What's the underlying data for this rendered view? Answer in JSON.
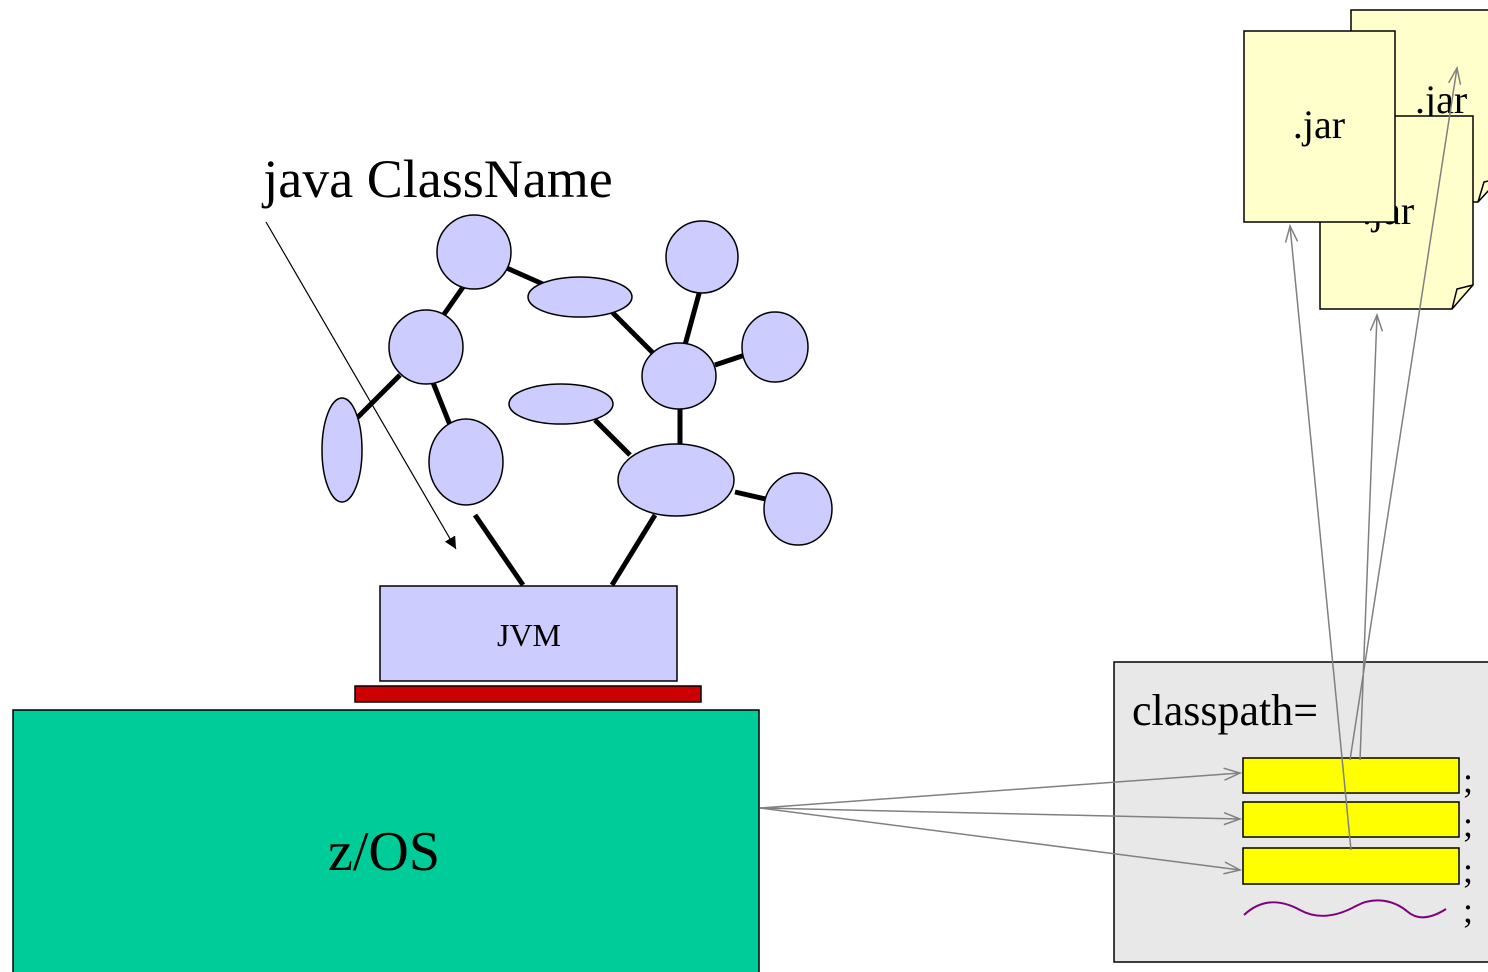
{
  "command_label": "java ClassName",
  "jvm_label": "JVM",
  "os_label": "z/OS",
  "classpath_label": "classpath=",
  "jar_labels": [
    ".jar",
    ".jar",
    ".jar"
  ],
  "separators": [
    ";",
    ";",
    ";",
    ";"
  ],
  "colors": {
    "class_node_fill": "#ccccff",
    "jvm_fill": "#ccccff",
    "jvm_base": "#cc0000",
    "os_fill": "#00cc99",
    "classpath_panel": "#e8e8e8",
    "classpath_entry": "#ffff00",
    "jar_fill": "#ffffcc",
    "arrow_gray": "#808080",
    "squiggle": "#800080"
  }
}
